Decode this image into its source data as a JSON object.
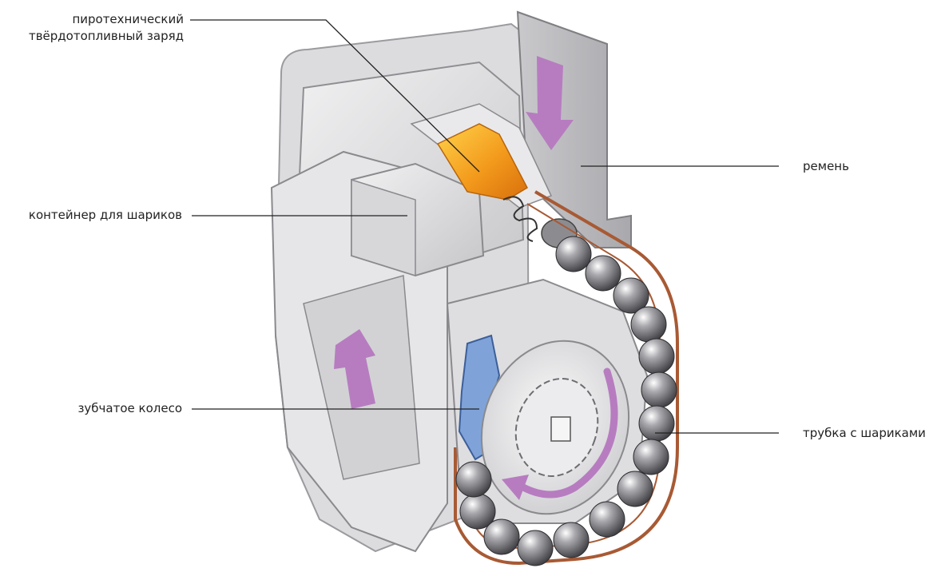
{
  "labels": {
    "pyro_charge": [
      "пиротехнический",
      "твёрдотопливный заряд"
    ],
    "ball_container": "контейнер для шариков",
    "gear_wheel": "зубчатое колесо",
    "belt": "ремень",
    "ball_tube": "трубка с шариками"
  },
  "colors": {
    "housing": "#e2e2e4",
    "housing_shadow": "#b7b7ba",
    "charge": "#f39a1c",
    "arrow": "#b77cc0",
    "gear_blue": "#7fa3d9",
    "tube": "#a85a34",
    "ball": "#7b7b80"
  }
}
